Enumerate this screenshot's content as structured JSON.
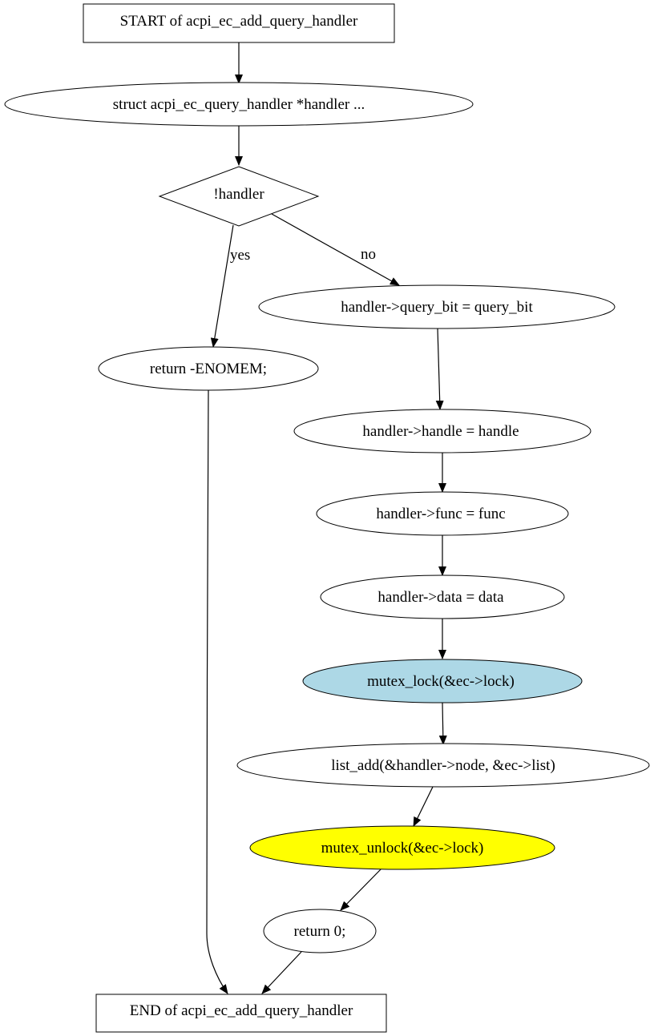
{
  "nodes": {
    "start": {
      "label": "START of acpi_ec_add_query_handler",
      "fill": "#ffffff"
    },
    "decl": {
      "label": "struct acpi_ec_query_handler *handler  ...",
      "fill": "#ffffff"
    },
    "cond": {
      "label": "!handler",
      "fill": "#ffffff"
    },
    "ret_enomem": {
      "label": "return -ENOMEM;",
      "fill": "#ffffff"
    },
    "query_bit": {
      "label": "handler->query_bit = query_bit",
      "fill": "#ffffff"
    },
    "handle": {
      "label": "handler->handle = handle",
      "fill": "#ffffff"
    },
    "func": {
      "label": "handler->func = func",
      "fill": "#ffffff"
    },
    "data": {
      "label": "handler->data = data",
      "fill": "#ffffff"
    },
    "lock": {
      "label": "mutex_lock(&ec->lock)",
      "fill": "#add8e6"
    },
    "list_add": {
      "label": "list_add(&handler->node, &ec->list)",
      "fill": "#ffffff"
    },
    "unlock": {
      "label": "mutex_unlock(&ec->lock)",
      "fill": "#ffff00"
    },
    "ret_zero": {
      "label": "return 0;",
      "fill": "#ffffff"
    },
    "end": {
      "label": "END of acpi_ec_add_query_handler",
      "fill": "#ffffff"
    }
  },
  "edges": {
    "yes_label": "yes",
    "no_label": "no"
  }
}
